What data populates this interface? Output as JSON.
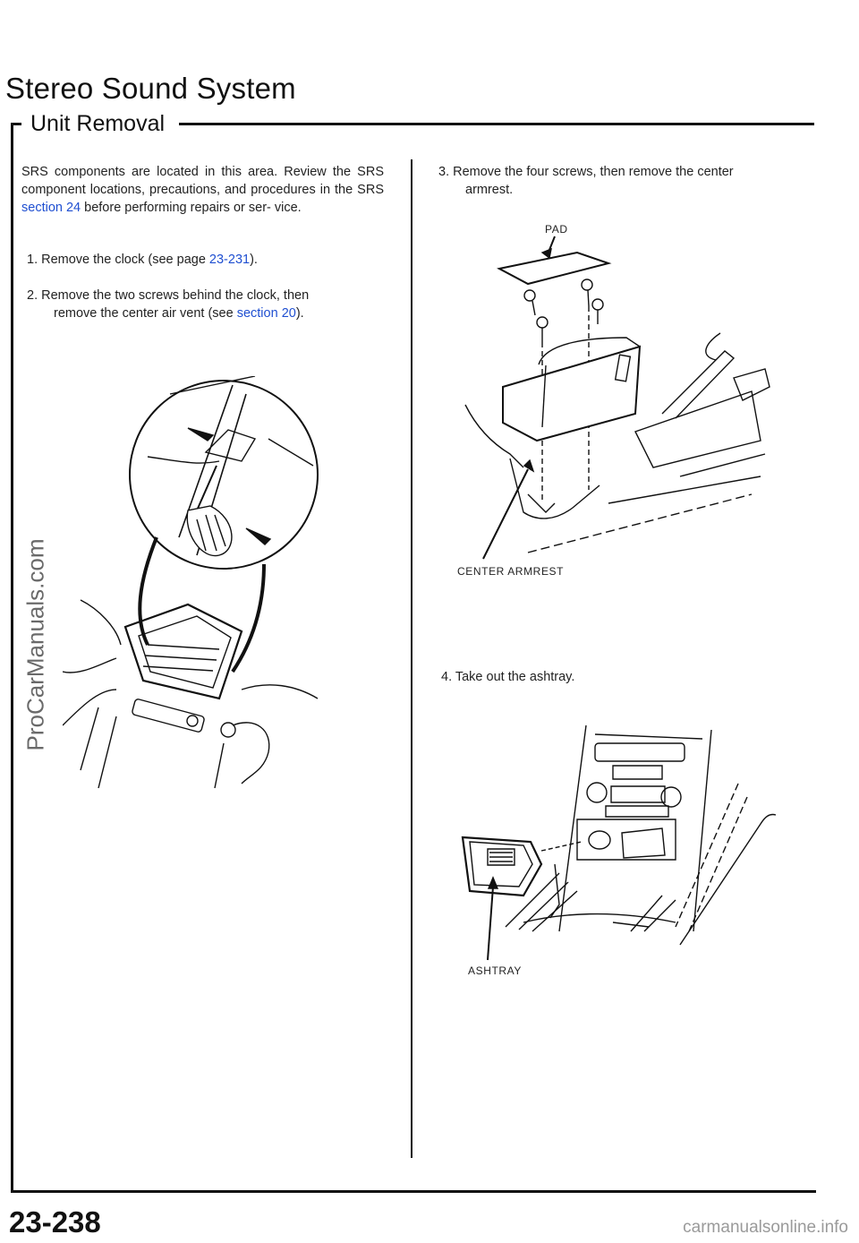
{
  "header": {
    "title": "Stereo Sound System",
    "subtitle": "Unit Removal"
  },
  "left_column": {
    "intro_part1": "SRS components are located in this area. Review the SRS component locations, precautions, and procedures in the SRS ",
    "intro_link": "section 24",
    "intro_part2": " before performing repairs or ser- vice.",
    "step1_text": "1.  Remove the clock (see page ",
    "step1_link": "23-231",
    "step1_end": ").",
    "step2_line1": "2.   Remove the two screws behind the clock, then",
    "step2_line2": "remove the center air vent (see ",
    "step2_link": "section 20",
    "step2_end": ")."
  },
  "right_column": {
    "step3_line1": "3.  Remove the four screws, then remove the center",
    "step3_line2": "armrest.",
    "pad_label": "PAD",
    "armrest_label": "CENTER ARMREST",
    "step4_text": "4.  Take out the ashtray.",
    "ashtray_label": "ASHTRAY"
  },
  "footer": {
    "page_number": "23-238",
    "watermark_side": "ProCarManuals.com",
    "watermark_bottom": "carmanualsonline.info"
  },
  "colors": {
    "link": "#1f4fd1",
    "text": "#222222",
    "rule": "#111111"
  }
}
